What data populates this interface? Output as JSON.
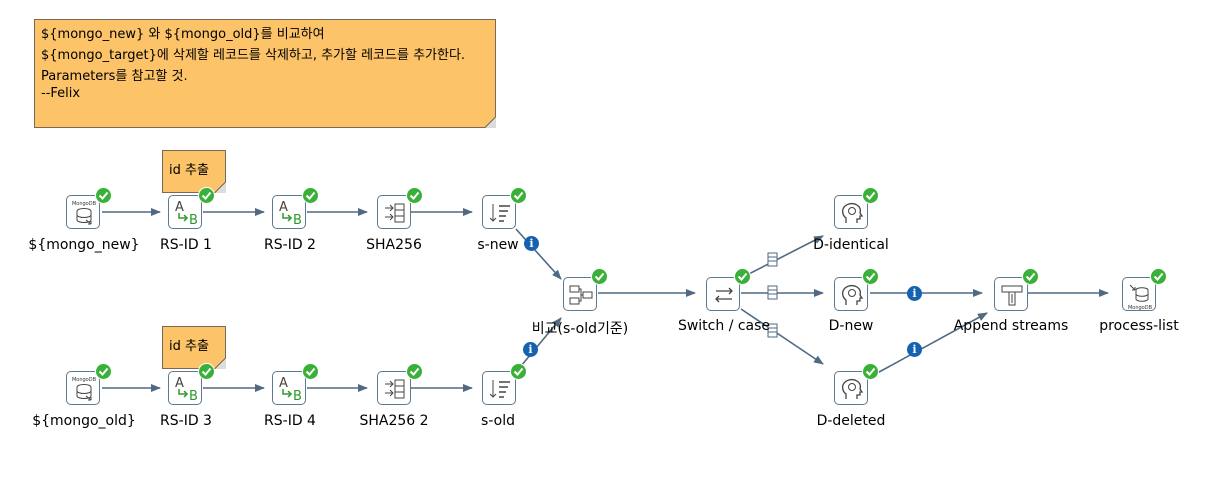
{
  "notes": {
    "main": {
      "lines": [
        "${mongo_new} 와 ${mongo_old}를 비교하여",
        "${mongo_target}에 삭제할 레코드를 삭제하고, 추가할 레코드를 추가한다.",
        "Parameters를 참고할 것.",
        "--Felix"
      ]
    },
    "id_top": "id 추출",
    "id_bottom": "id 추출"
  },
  "steps": {
    "mongo_new": "${mongo_new}",
    "rs_id1": "RS-ID 1",
    "rs_id2": "RS-ID 2",
    "sha256": "SHA256",
    "s_new": "s-new",
    "mongo_old": "${mongo_old}",
    "rs_id3": "RS-ID 3",
    "rs_id4": "RS-ID 4",
    "sha256_2": "SHA256 2",
    "s_old": "s-old",
    "compare": "비교(s-old기준)",
    "switch_case": "Switch / case",
    "d_identical": "D-identical",
    "d_new": "D-new",
    "d_deleted": "D-deleted",
    "append_streams": "Append streams",
    "process_list": "process-list"
  },
  "icons": {
    "mongo_badge": "MongoDB",
    "info_glyph": "i"
  },
  "colors": {
    "hop": "#4f6a82",
    "check": "#3ab03a",
    "info": "#1563b0",
    "note": "#fcc369",
    "step_border": "#5c7a93",
    "green_icon": "#2e9a2e"
  }
}
